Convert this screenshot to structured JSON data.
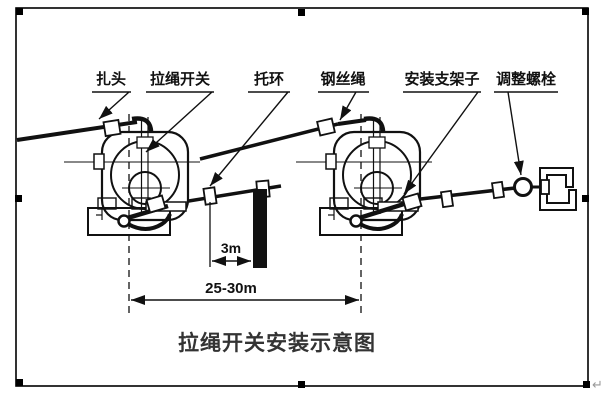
{
  "figure": {
    "title": "拉绳开关安装示意图",
    "labels": {
      "zha_tou": "扎头",
      "la_sheng_kai_guan": "拉绳开关",
      "tuo_huan": "托环",
      "gang_si_sheng": "钢丝绳",
      "an_zhuang_zhi_jia_zi": "安装支架子",
      "tiao_zheng_luo_shuan": "调整螺栓"
    },
    "dimensions": {
      "ring_to_post": "3m",
      "switch_spacing": "25-30m"
    },
    "colors": {
      "ink": "#111111",
      "title_text": "#333333",
      "frame": "#000000",
      "selection_handle": "#000000",
      "paragraph_mark_gray": "#999999",
      "background": "#ffffff"
    },
    "editor": {
      "paragraph_mark": "↵"
    }
  }
}
